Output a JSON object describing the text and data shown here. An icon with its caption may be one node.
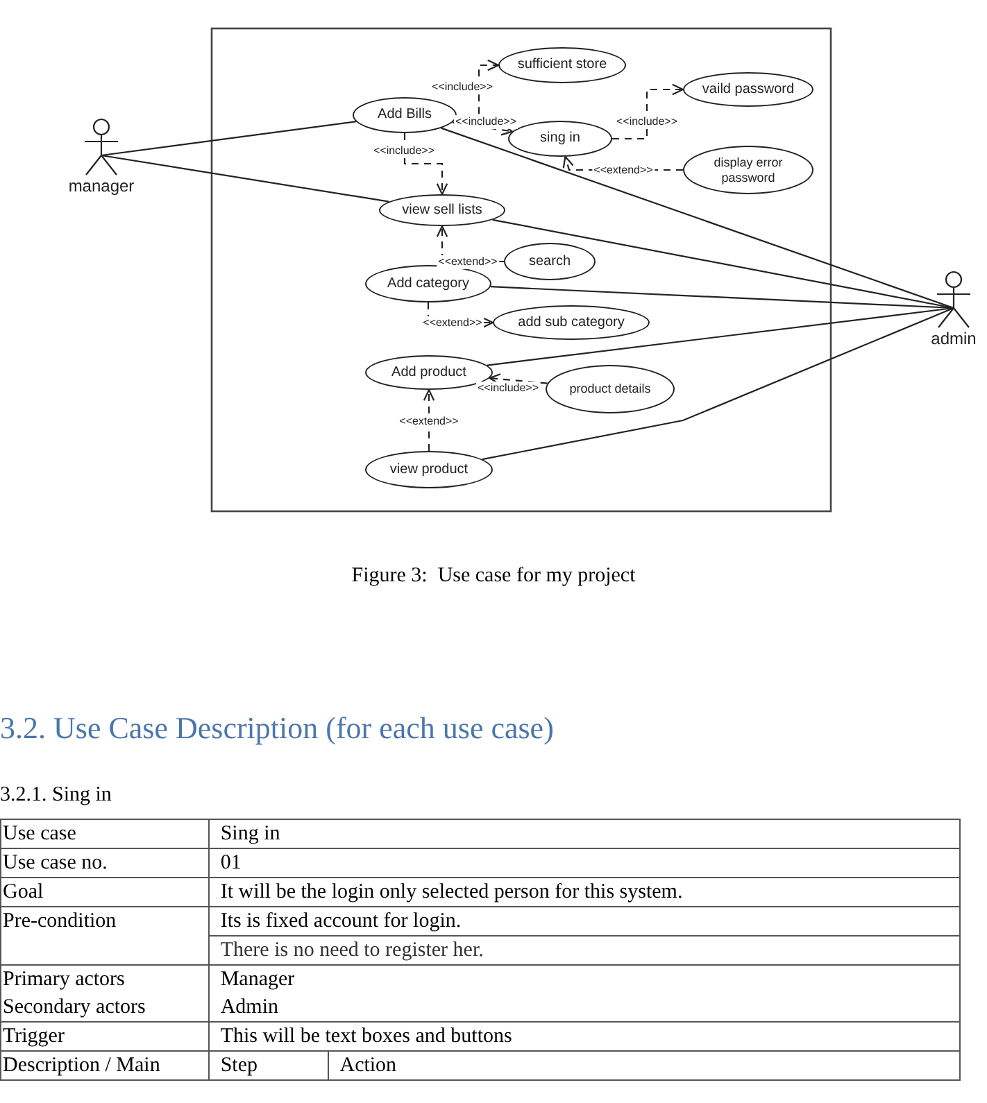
{
  "diagram": {
    "caption": "Figure 3:  Use case for my project",
    "nodes": [
      {
        "text": [
          "manager"
        ]
      },
      {
        "text": [
          "Add Bills"
        ]
      },
      {
        "text": [
          "sufficient store"
        ]
      },
      {
        "text": [
          "sing in"
        ]
      },
      {
        "text": [
          "vaild password"
        ]
      },
      {
        "text": [
          "display error password"
        ]
      },
      {
        "text": [
          "view sell lists"
        ]
      },
      {
        "text": [
          "search"
        ]
      },
      {
        "text": [
          "Add category"
        ]
      },
      {
        "text": [
          "add sub category"
        ]
      },
      {
        "text": [
          "Add product"
        ]
      },
      {
        "text": [
          "product details"
        ]
      },
      {
        "text": [
          "view product"
        ]
      },
      {
        "text": [
          "admin"
        ]
      }
    ],
    "edges": [
      {
        "from": 0,
        "to": 1,
        "arrow": "none"
      },
      {
        "from": 0,
        "to": 6,
        "arrow": "none"
      },
      {
        "from": 1,
        "to": 2,
        "arrow": "to",
        "label": "<<include>>",
        "style": "dashed"
      },
      {
        "from": 1,
        "to": 3,
        "arrow": "to",
        "label": "<<include>>",
        "style": "dashed"
      },
      {
        "from": 1,
        "to": 6,
        "arrow": "to",
        "label": "<<include>>",
        "style": "dashed"
      },
      {
        "from": 3,
        "to": 4,
        "arrow": "to",
        "label": "<<include>>",
        "style": "dashed"
      },
      {
        "from": 5,
        "to": 3,
        "arrow": "to",
        "label": "<<extend>>",
        "style": "dashed"
      },
      {
        "from": 7,
        "to": 6,
        "arrow": "to",
        "label": "<<extend>>",
        "style": "dashed"
      },
      {
        "from": 8,
        "to": 9,
        "arrow": "to",
        "label": "<<extend>>",
        "style": "dashed"
      },
      {
        "from": 11,
        "to": 10,
        "arrow": "to",
        "label": "<<include>>",
        "style": "dashed"
      },
      {
        "from": 12,
        "to": 10,
        "arrow": "to",
        "label": "<<extend>>",
        "style": "dashed"
      },
      {
        "from": 1,
        "to": 13,
        "arrow": "none"
      },
      {
        "from": 6,
        "to": 13,
        "arrow": "none"
      },
      {
        "from": 8,
        "to": 13,
        "arrow": "none"
      },
      {
        "from": 10,
        "to": 13,
        "arrow": "none"
      },
      {
        "from": 12,
        "to": 13,
        "arrow": "none"
      }
    ],
    "labels": [
      "3.2. Use Case Description (for each use case)",
      "3.2.1. Sing in",
      "Use case",
      "Sing in",
      "Use case no.",
      "01",
      "Goal",
      "It will be the login only selected person for this system.",
      "Pre-condition",
      "Its is fixed account for login.",
      "There is no need to register her.",
      "Primary actors",
      "Secondary actors",
      "Manager",
      "Admin",
      "Trigger",
      "This will be text boxes and buttons",
      "Description / Main",
      "Step",
      "Action"
    ]
  }
}
